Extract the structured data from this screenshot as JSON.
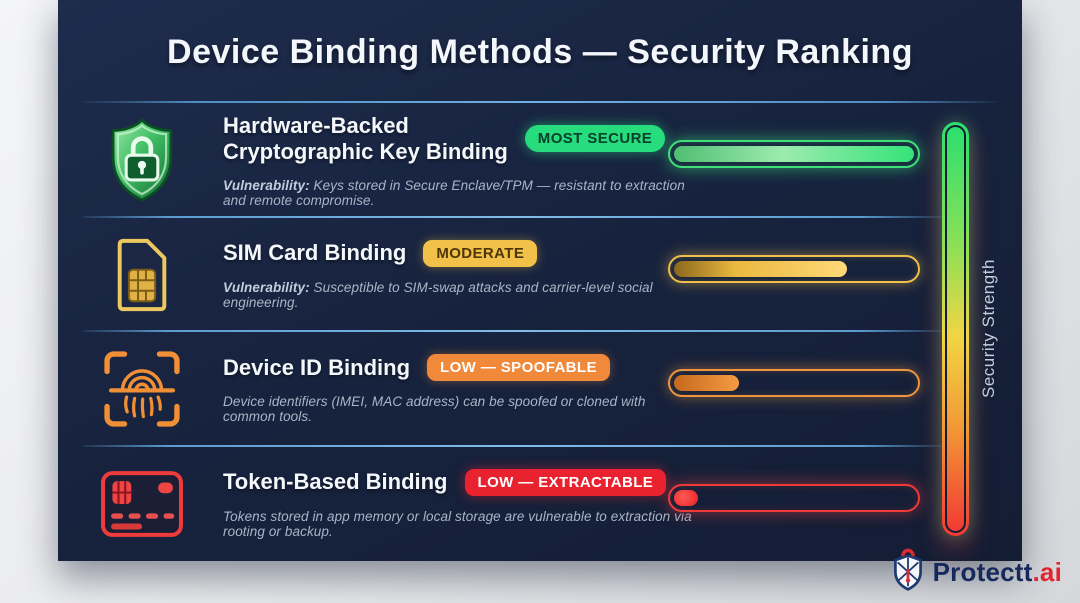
{
  "header": {
    "title": "Device Binding Methods — Security Ranking"
  },
  "axis": {
    "label": "Security Strength"
  },
  "methods": [
    {
      "title_line1": "Hardware-Backed",
      "title_line2": "Cryptographic Key Binding",
      "badge": "MOST SECURE",
      "vulnerability_prefix": "Vulnerability:",
      "vulnerability_text": " Keys stored in Secure Enclave/TPM — resistant to extraction and remote compromise.",
      "icon": "shield-lock-icon",
      "accent_color": "#2fd96e",
      "badge_bg": "#27dc7d",
      "strength_percent": 100
    },
    {
      "title_line1": "SIM Card Binding",
      "title_line2": "",
      "badge": "MODERATE",
      "vulnerability_prefix": "Vulnerability:",
      "vulnerability_text": " Susceptible to SIM-swap attacks and carrier-level social engineering.",
      "icon": "sim-card-icon",
      "accent_color": "#f0c24b",
      "badge_bg": "#f2c14a",
      "strength_percent": 72
    },
    {
      "title_line1": "Device ID Binding",
      "title_line2": "",
      "badge": "LOW — SPOOFABLE",
      "vulnerability_prefix": "",
      "vulnerability_text": "Device identifiers (IMEI, MAC address) can be spoofed or cloned with common tools.",
      "icon": "fingerprint-icon",
      "accent_color": "#f0882f",
      "badge_bg": "#f0893a",
      "strength_percent": 27
    },
    {
      "title_line1": "Token-Based Binding",
      "title_line2": "",
      "badge": "LOW — EXTRACTABLE",
      "vulnerability_prefix": "",
      "vulnerability_text": "Tokens stored in app memory or local storage are vulnerable to extraction via rooting or backup.",
      "icon": "card-token-icon",
      "accent_color": "#ec2b33",
      "badge_bg": "#e8232f",
      "strength_percent": 10
    }
  ],
  "brand": {
    "name": "Protectt",
    "tld": ".ai"
  }
}
